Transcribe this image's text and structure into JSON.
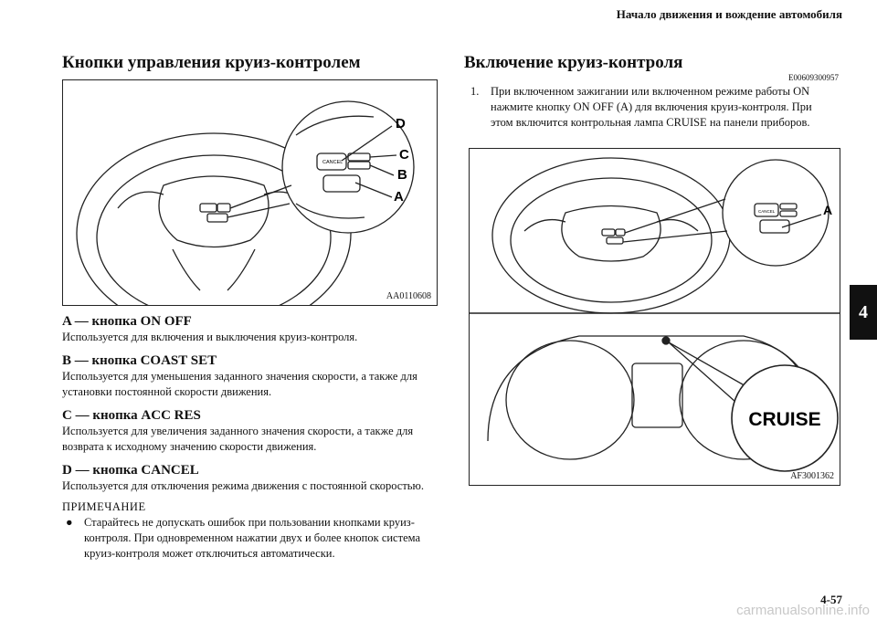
{
  "header": {
    "title": "Начало движения и вождение автомобиля"
  },
  "chapter_tab": "4",
  "page_number": "4-57",
  "left": {
    "heading": "Кнопки управления круиз-контролем",
    "figure": {
      "code": "AA0110608",
      "callouts": [
        "D",
        "C",
        "B",
        "A"
      ],
      "button_labels": {
        "cancel": "CANCEL"
      }
    },
    "items": [
      {
        "title": "A — кнопка ON OFF",
        "desc": "Используется для включения и выключения круиз-контроля."
      },
      {
        "title": "B — кнопка COAST SET",
        "desc": "Используется для уменьшения заданного значения скорости, а также для установки постоянной скорости движения."
      },
      {
        "title": "C — кнопка ACC RES",
        "desc": "Используется для увеличения заданного значения скорости, а также для возврата к исходному значению скорости движения."
      },
      {
        "title": "D — кнопка CANCEL",
        "desc": "Используется для отключения режима движения с постоянной скоростью."
      }
    ],
    "note": {
      "title": "ПРИМЕЧАНИЕ",
      "bullet": "●",
      "text": "Старайтесь не допускать ошибок при пользовании кнопками круиз-контроля. При одновременном нажатии двух и более кнопок система круиз-контроля может отключиться автоматически."
    }
  },
  "right": {
    "heading": "Включение круиз-контроля",
    "code": "E00609300957",
    "step": {
      "num": "1.",
      "text": "При включенном зажигании или включенном режиме работы ON нажмите кнопку ON OFF (A) для включения круиз-контроля. При этом включится контрольная лампа CRUISE на панели приборов."
    },
    "figure": {
      "code": "AF3001362",
      "callout": "A",
      "lamp_label": "CRUISE",
      "button_labels": {
        "cancel": "CANCEL"
      }
    }
  },
  "watermark": "carmanualsonline.info"
}
